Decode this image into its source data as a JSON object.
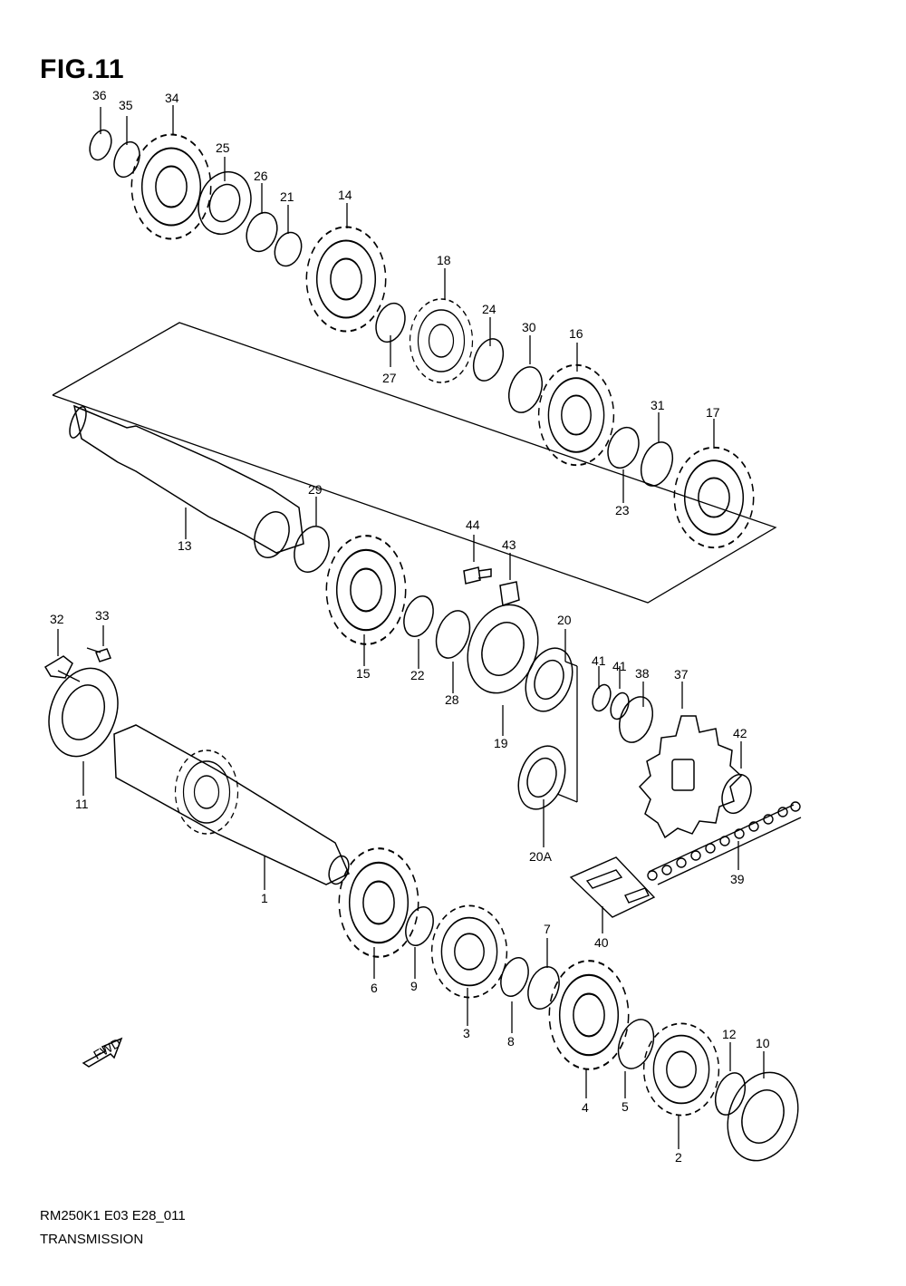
{
  "figure_label": "FIG.11",
  "footer": {
    "code": "RM250K1 E03 E28_011",
    "name": "TRANSMISSION"
  },
  "fwd_label": "FWD",
  "callouts": {
    "c1": "1",
    "c2": "2",
    "c3": "3",
    "c4": "4",
    "c5": "5",
    "c6": "6",
    "c7": "7",
    "c8": "8",
    "c9": "9",
    "c10": "10",
    "c11": "11",
    "c12": "12",
    "c13": "13",
    "c14": "14",
    "c15": "15",
    "c16": "16",
    "c17": "17",
    "c18": "18",
    "c19": "19",
    "c20": "20",
    "c20a": "20A",
    "c21": "21",
    "c22": "22",
    "c23": "23",
    "c24": "24",
    "c25": "25",
    "c26": "26",
    "c27": "27",
    "c28": "28",
    "c29": "29",
    "c30": "30",
    "c31": "31",
    "c32": "32",
    "c33": "33",
    "c34": "34",
    "c35": "35",
    "c36": "36",
    "c37": "37",
    "c38": "38",
    "c39": "39",
    "c40": "40",
    "c41a": "41",
    "c41b": "41",
    "c42": "42",
    "c43": "43",
    "c44": "44"
  }
}
